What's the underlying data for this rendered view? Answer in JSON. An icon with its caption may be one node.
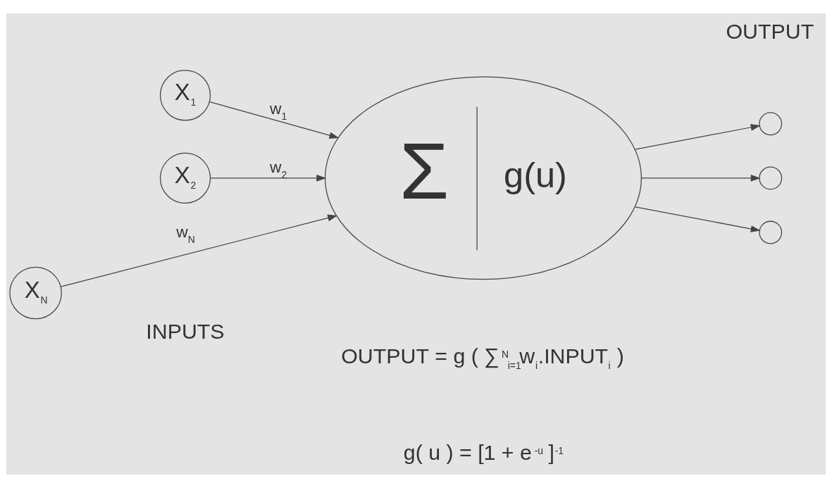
{
  "diagram": {
    "nodes": [
      {
        "text": [
          "X$_{1}$"
        ]
      },
      {
        "text": [
          "X$_{2}$"
        ]
      },
      {
        "text": [
          "X$_{N}$"
        ]
      },
      {
        "text": [
          "Σ",
          "g(u)"
        ]
      },
      {
        "text": [],
        "shape": "circle"
      },
      {
        "text": [],
        "shape": "circle"
      },
      {
        "text": [],
        "shape": "circle"
      }
    ],
    "edges": [
      {
        "from": 0,
        "to": 3,
        "arrow": "to",
        "label": "w$_{1}$"
      },
      {
        "from": 1,
        "to": 3,
        "arrow": "to",
        "label": "w$_{2}$"
      },
      {
        "from": 2,
        "to": 3,
        "arrow": "to",
        "label": "w$_{N}$"
      },
      {
        "from": 3,
        "to": 4,
        "arrow": "to"
      },
      {
        "from": 3,
        "to": 5,
        "arrow": "to"
      },
      {
        "from": 3,
        "to": 6,
        "arrow": "to"
      }
    ],
    "labels": [
      "OUTPUT",
      "INPUTS",
      "OUTPUT = g ( ∑$^{N}$$_{i=1}$w$_{i}$.INPUT$_{i}$ )",
      "g( u ) = [1 + e$^{-u}$ ]$^{-1}$"
    ]
  }
}
